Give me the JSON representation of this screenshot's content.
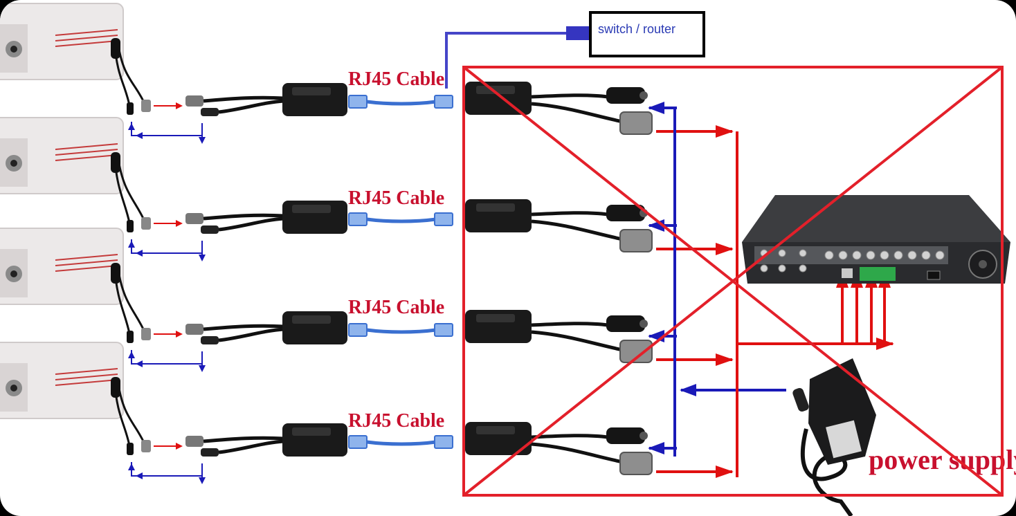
{
  "router": {
    "label": "switch / router"
  },
  "cable_labels": [
    "RJ45 Cable",
    "RJ45 Cable",
    "RJ45 Cable",
    "RJ45 Cable"
  ],
  "power_supply": {
    "label": "power supply"
  },
  "colors": {
    "red_arrow": "#e01010",
    "blue_arrow": "#1a1ab8",
    "cross": "#e3202a",
    "cable_blue": "#3a6fd0",
    "balun": "#1a1a1a",
    "camera": "#ece9e9",
    "camera_stripe": "#c43a3a",
    "router_link": "#4545c8"
  }
}
